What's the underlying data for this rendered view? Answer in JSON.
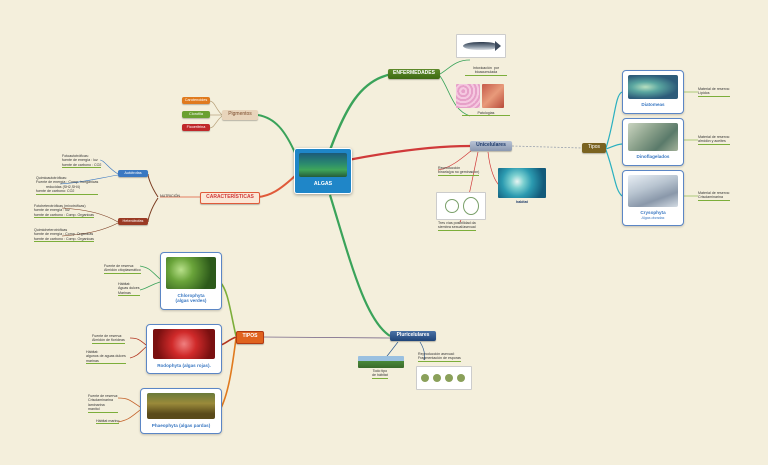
{
  "colors": {
    "background": "#f4efdc",
    "central": "#1f86c8",
    "green_branch": "#3aa35a",
    "red_branch": "#d03a3a",
    "orange_branch": "#e07a1e",
    "brown_branch": "#7a3b20",
    "dark_blue": "#2f5c8f"
  },
  "central": {
    "title": "ALGAS",
    "icon": "seaweed-photo"
  },
  "enfermedades": {
    "label": "ENFERMEDADES",
    "item1_text": "Intoxicación  por\nbioacumulada",
    "item2_text": "Patologías",
    "icons": [
      "tuna-fish-photo",
      "tissue-photo",
      "hand-rash-photo"
    ]
  },
  "pigmentos": {
    "label": "Pigmentos",
    "items": [
      "Carotenoides",
      "Clorofila",
      "Ficoeritrina"
    ]
  },
  "caracteristicas": {
    "label": "CARACTERÍSTICAS",
    "nutricion": "NUTRICIÓN",
    "autotrofas": "Autótrofas",
    "heterotrofas": "Heterótrofas",
    "auto_texts": [
      "Fotoautotróficas:\nfuente de energía : luz\nfuente de carbono : CO2",
      "Quimioautotróficas:\nFuente de energía : Comp. inorgánicas\n          reducidas (SH2,SH4)\nfuente de carbono: CO2"
    ],
    "hetero_texts": [
      "Fotoheterotróficas (mixotróficas)\nfuente de energía : luz\nfuente de carbono : Comp. Organicas",
      "Quimioheterotróficas\nfuente de energía : Comp. Organicas\nfuente de carbono : Comp. Organicas"
    ]
  },
  "unicelulares": {
    "label": "Unicelulares",
    "reproduccion": "Reproducción\nbinaria(ya no geminacion)",
    "habitat_label": "habitat",
    "ciclo": "Tres vías posibilidad da\nsiembra sexual/asexual",
    "icons": [
      "ocean-satellite-photo",
      "cell-diagram-photo"
    ]
  },
  "tipos_uni": {
    "label": "Tipos",
    "items": [
      {
        "name": "Diatomeas",
        "sub": "",
        "note": "Material de reserva:\nLípidos",
        "icon": "diatom-photo"
      },
      {
        "name": "Dinoflagelados",
        "sub": "",
        "note": "Material de reserva:\nalmidón y aceites",
        "icon": "dinoflagellate-photo"
      },
      {
        "name": "Crysophyta",
        "sub": "Algas doradas",
        "note": "Material de reserva:\nCrisolaminarina",
        "icon": "crysophyta-photo"
      }
    ]
  },
  "pluricelulares": {
    "label": "Pluricelulares",
    "habitat": "Todo tipo\nde hábitat",
    "reproduccion": "Reproducción asexual:\nFragmentación de esporas",
    "icons": [
      "landscape-photo",
      "spores-photo"
    ]
  },
  "tipos": {
    "label": "TIPOS",
    "items": [
      {
        "name": "Chlorophyta\n(algas verdes)",
        "notes": [
          "Fuente de reserva:\nAlmidón citoplasmático",
          "Hábitat:\nAguas dulces\nMarinas"
        ],
        "icon": "green-algae-photo"
      },
      {
        "name": "Rodophyta (algas rojas).",
        "notes": [
          "Fuente de reserva:\nAlmidón de florídeas",
          "Hábitat:\nalgunos de aguas dulces\nmarinas"
        ],
        "icon": "red-algae-photo"
      },
      {
        "name": "Phaeophyta (algas pardas)",
        "notes": [
          "Fuente de reserva:\nCrisolaminarina\nlaminarina\nmanitol",
          "Hábitat marino"
        ],
        "icon": "brown-algae-photo"
      }
    ]
  }
}
